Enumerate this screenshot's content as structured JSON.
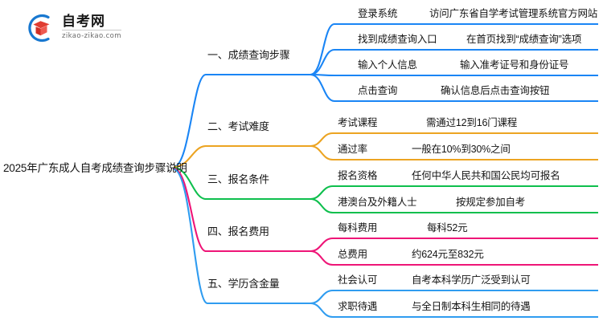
{
  "logo": {
    "title": "自考网",
    "subtitle": "zikao-zikao.com",
    "mark_blue": "#1878d0",
    "mark_red": "#e03c31"
  },
  "mindmap": {
    "root": "2025年广东成人自考成绩查询步骤说明",
    "branches": [
      {
        "title": "一、成绩查询步骤",
        "color": "#1a85f5",
        "items": [
          {
            "key": "登录系统",
            "value": "访问广东省自学考试管理系统官方网站"
          },
          {
            "key": "找到成绩查询入口",
            "value": "在首页找到“成绩查询”选项"
          },
          {
            "key": "输入个人信息",
            "value": "输入准考证号和身份证号"
          },
          {
            "key": "点击查询",
            "value": "确认信息后点击查询按钮"
          }
        ]
      },
      {
        "title": "二、考试难度",
        "color": "#eca422",
        "items": [
          {
            "key": "考试课程",
            "value": "需通过12到16门课程"
          },
          {
            "key": "通过率",
            "value": "一般在10%到30%之间"
          }
        ]
      },
      {
        "title": "三、报名条件",
        "color": "#0ebf4d",
        "items": [
          {
            "key": "报名资格",
            "value": "任何中华人民共和国公民均可报名"
          },
          {
            "key": "港澳台及外籍人士",
            "value": "按规定参加自考"
          }
        ]
      },
      {
        "title": "四、报名费用",
        "color": "#ee1577",
        "items": [
          {
            "key": "每科费用",
            "value": "每科52元"
          },
          {
            "key": "总费用",
            "value": "约624元至832元"
          }
        ]
      },
      {
        "title": "五、学历含金量",
        "color": "#2f9cf0",
        "items": [
          {
            "key": "社会认可",
            "value": "自考本科学历广泛受到认可"
          },
          {
            "key": "求职待遇",
            "value": "与全日制本科生相同的待遇"
          }
        ]
      }
    ]
  }
}
